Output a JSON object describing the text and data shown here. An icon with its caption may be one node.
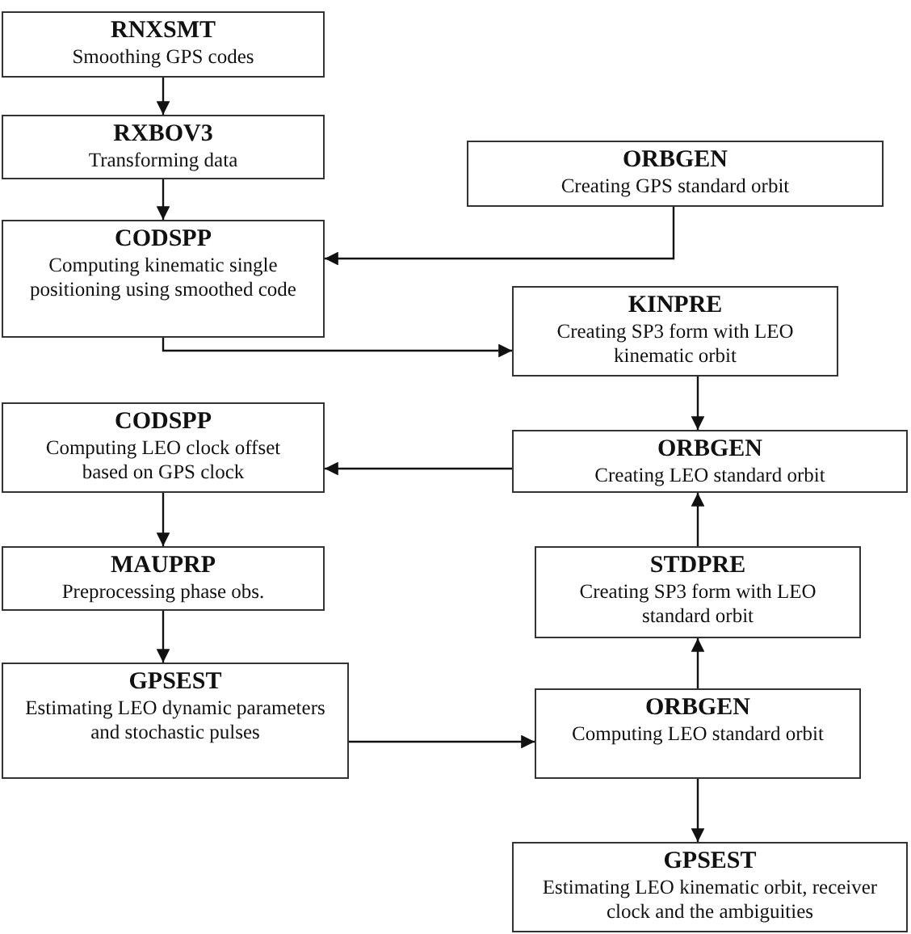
{
  "diagram": {
    "nodes": [
      {
        "text": [
          "RNXSMT",
          "Smoothing GPS codes"
        ]
      },
      {
        "text": [
          "RXBOV3",
          "Transforming data"
        ]
      },
      {
        "text": [
          "ORBGEN",
          "Creating GPS standard orbit"
        ]
      },
      {
        "text": [
          "CODSPP",
          "Computing kinematic single positioning using smoothed code"
        ]
      },
      {
        "text": [
          "KINPRE",
          "Creating SP3 form with LEO kinematic orbit"
        ]
      },
      {
        "text": [
          "CODSPP",
          "Computing LEO clock offset based on GPS clock"
        ]
      },
      {
        "text": [
          "ORBGEN",
          "Creating LEO standard orbit"
        ]
      },
      {
        "text": [
          "MAUPRP",
          "Preprocessing phase obs."
        ]
      },
      {
        "text": [
          "GPSEST",
          "Estimating LEO dynamic parameters and stochastic pulses"
        ]
      },
      {
        "text": [
          "STDPRE",
          "Creating SP3 form with LEO standard orbit"
        ]
      },
      {
        "text": [
          "ORBGEN",
          "Computing LEO standard orbit"
        ]
      },
      {
        "text": [
          "GPSEST",
          "Estimating LEO kinematic orbit, receiver clock and the ambiguities"
        ]
      }
    ],
    "edges": [
      {
        "from": 0,
        "to": 1,
        "arrow": "to"
      },
      {
        "from": 1,
        "to": 3,
        "arrow": "to"
      },
      {
        "from": 2,
        "to": 3,
        "arrow": "to"
      },
      {
        "from": 3,
        "to": 4,
        "arrow": "to"
      },
      {
        "from": 4,
        "to": 6,
        "arrow": "to"
      },
      {
        "from": 6,
        "to": 5,
        "arrow": "to"
      },
      {
        "from": 5,
        "to": 7,
        "arrow": "to"
      },
      {
        "from": 7,
        "to": 8,
        "arrow": "to"
      },
      {
        "from": 8,
        "to": 10,
        "arrow": "to"
      },
      {
        "from": 10,
        "to": 9,
        "arrow": "to"
      },
      {
        "from": 9,
        "to": 6,
        "arrow": "to"
      },
      {
        "from": 10,
        "to": 11,
        "arrow": "to"
      }
    ]
  }
}
